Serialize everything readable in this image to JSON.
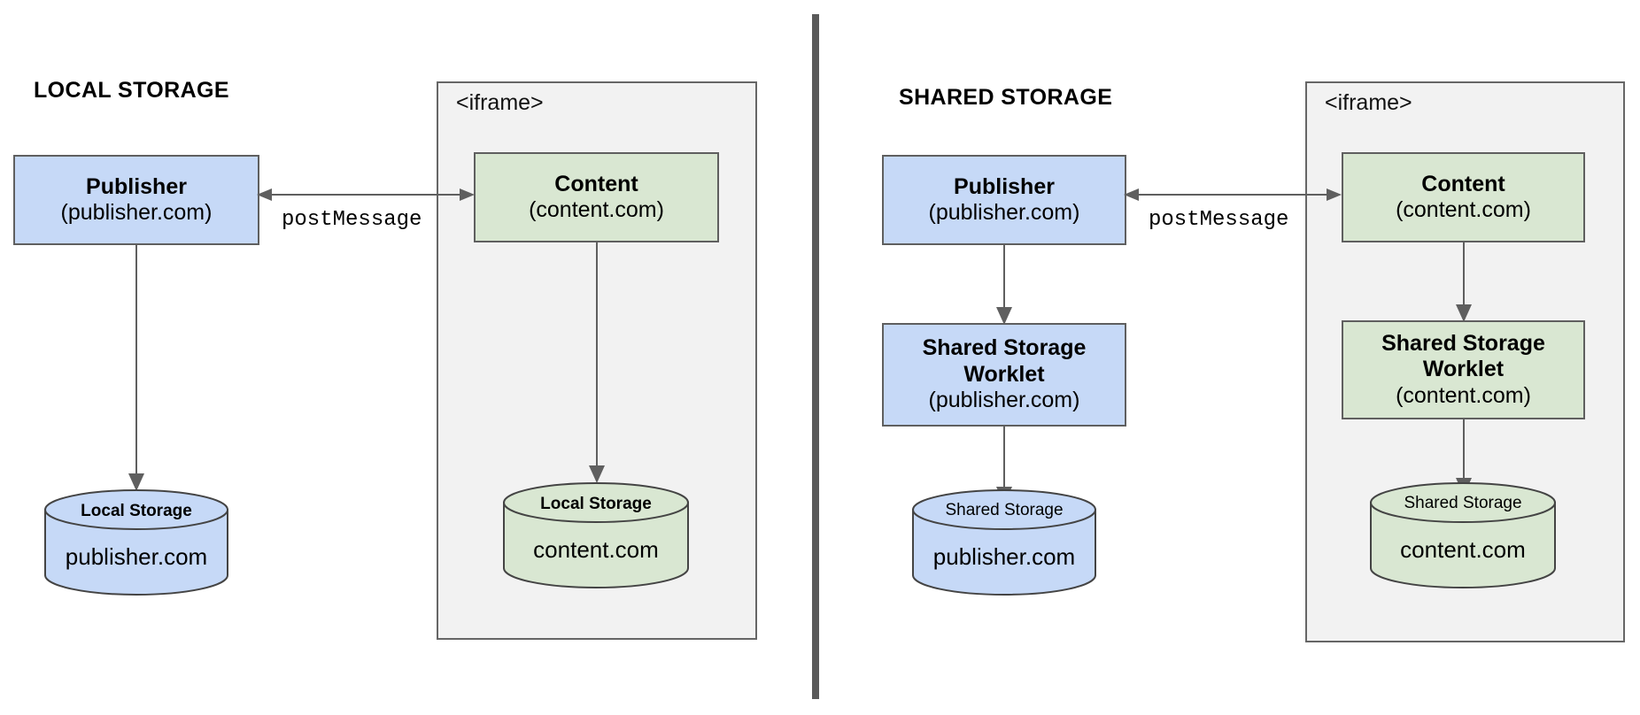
{
  "diagram": {
    "title_left": "LOCAL STORAGE",
    "title_right": "SHARED STORAGE",
    "iframe_label": "<iframe>",
    "edge_label": "postMessage",
    "colors": {
      "blue_fill": "#c6d9f7",
      "green_fill": "#d9e7d2",
      "panel_fill": "#f2f2f2",
      "stroke": "#5f5f5f",
      "divider": "#5a5a5a",
      "background": "#ffffff"
    }
  },
  "left": {
    "publisher": {
      "title": "Publisher",
      "sub": "(publisher.com)"
    },
    "content": {
      "title": "Content",
      "sub": "(content.com)"
    },
    "publisher_store": {
      "cap": "Local Storage",
      "body": "publisher.com"
    },
    "content_store": {
      "cap": "Local Storage",
      "body": "content.com"
    },
    "iframe_label": "<iframe>",
    "edge_label": "postMessage"
  },
  "right": {
    "publisher": {
      "title": "Publisher",
      "sub": "(publisher.com)"
    },
    "publisher_worklet": {
      "line1": "Shared Storage",
      "line2": "Worklet",
      "sub": "(publisher.com)"
    },
    "content": {
      "title": "Content",
      "sub": "(content.com)"
    },
    "content_worklet": {
      "line1": "Shared Storage",
      "line2": "Worklet",
      "sub": "(content.com)"
    },
    "publisher_store": {
      "cap": "Shared Storage",
      "body": "publisher.com"
    },
    "content_store": {
      "cap": "Shared Storage",
      "body": "content.com"
    },
    "iframe_label": "<iframe>",
    "edge_label": "postMessage"
  }
}
